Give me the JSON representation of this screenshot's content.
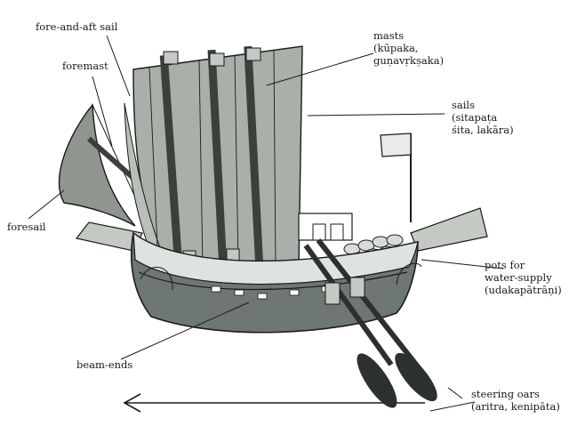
{
  "diagram": {
    "labels": {
      "fore_and_aft_sail": "fore-and-aft sail",
      "foremast": "foremast",
      "foresail": "foresail",
      "masts_line1": "masts",
      "masts_line2": "(kūpaka,",
      "masts_line3": "guṇavṛkṣaka)",
      "sails_line1": "sails",
      "sails_line2": "(sitapaṭa",
      "sails_line3": "śita, lakāra)",
      "pots_line1": "pots for",
      "pots_line2": "water-supply",
      "pots_line3": "(udakapātrāṇi)",
      "beam_ends": "beam-ends",
      "oars_line1": "steering oars",
      "oars_line2": "(aritra, kenipāta)"
    },
    "colors": {
      "sail": "#a9b0a9",
      "hull": "#6f7772",
      "mast": "#3b403d",
      "ink": "#1a1a1a"
    }
  }
}
